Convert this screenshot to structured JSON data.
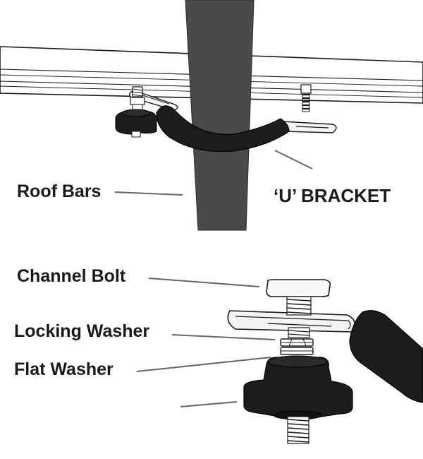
{
  "labels": {
    "roof_bars": "Roof Bars",
    "u_bracket": "‘U’ BRACKET",
    "channel_bolt": "Channel Bolt",
    "locking_washer": "Locking Washer",
    "flat_washer": "Flat Washer"
  },
  "colors": {
    "outline": "#1a1a1a",
    "pole": "#4a4a4a",
    "rubber": "#1c1c1c",
    "metal_light": "#f2f2f2",
    "leader": "#666666"
  }
}
